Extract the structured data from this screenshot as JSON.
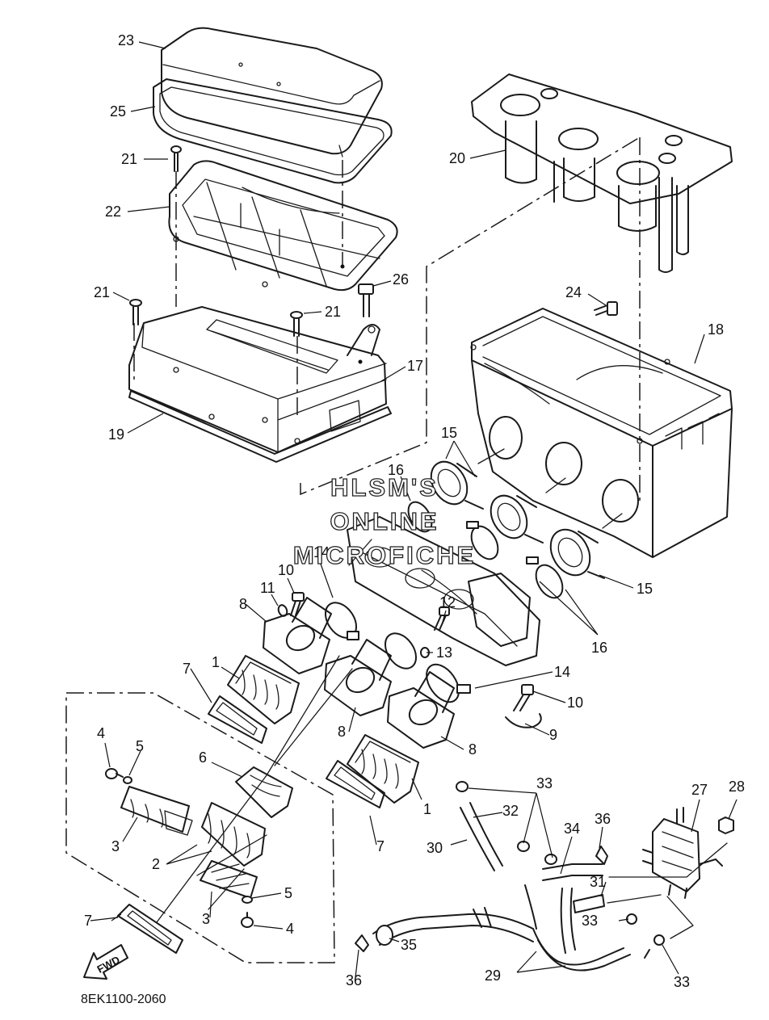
{
  "diagram": {
    "catalog_code": "8EK1100-2060",
    "watermark_lines": [
      "HLSM'S",
      "ONLINE",
      "MICROFICHE"
    ],
    "direction_label": "FWD",
    "callouts": [
      "23",
      "25",
      "21",
      "22",
      "21",
      "21",
      "26",
      "20",
      "24",
      "18",
      "17",
      "19",
      "15",
      "15",
      "16",
      "16",
      "14",
      "10",
      "11",
      "12",
      "13",
      "14",
      "10",
      "9",
      "8",
      "8",
      "8",
      "1",
      "1",
      "7",
      "7",
      "6",
      "4",
      "5",
      "3",
      "2",
      "5",
      "3",
      "4",
      "7",
      "33",
      "32",
      "34",
      "36",
      "30",
      "27",
      "28",
      "31",
      "33",
      "29",
      "35",
      "36",
      "33"
    ]
  }
}
